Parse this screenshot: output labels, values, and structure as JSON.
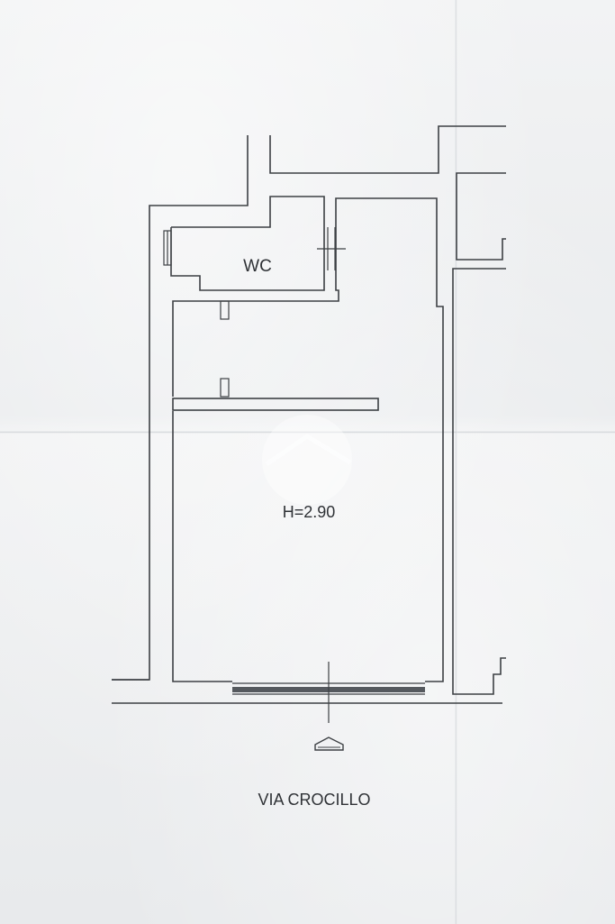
{
  "plan": {
    "room_label_wc": "WC",
    "ceiling_height": "H=2.90",
    "street_name": "VIA CROCILLO"
  },
  "icons": {
    "watermark": "house-roof-watermark-icon",
    "entrance": "entrance-arrow-icon"
  },
  "colors": {
    "paper": "#eef0f1",
    "ink": "#3d4044"
  }
}
